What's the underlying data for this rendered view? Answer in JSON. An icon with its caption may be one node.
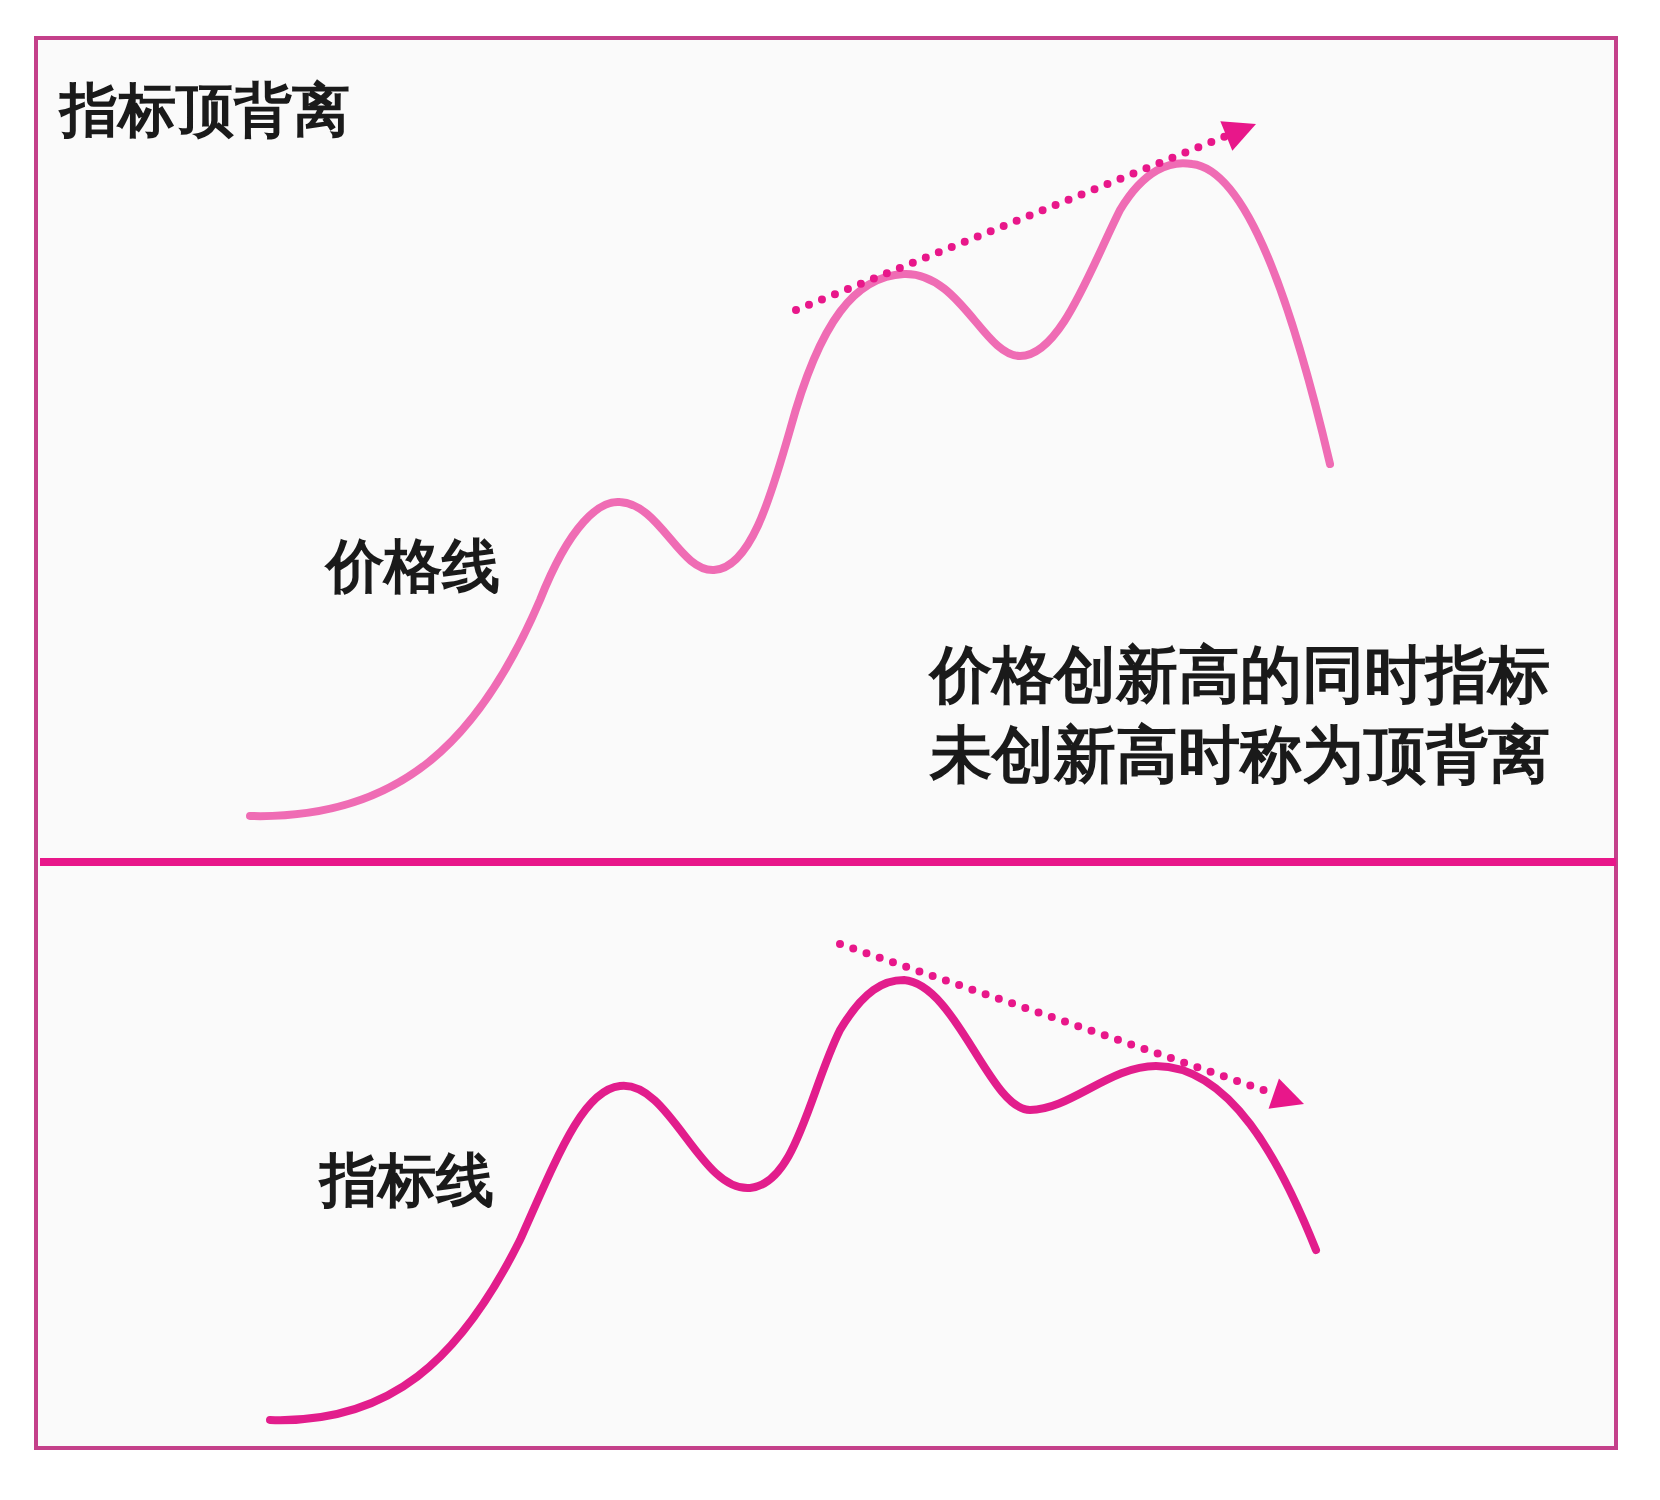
{
  "diagram": {
    "title": "指标顶背离",
    "labels": [
      "价格线",
      "价格创新高的同时指标未创新高时称为顶背离",
      "指标线"
    ]
  }
}
